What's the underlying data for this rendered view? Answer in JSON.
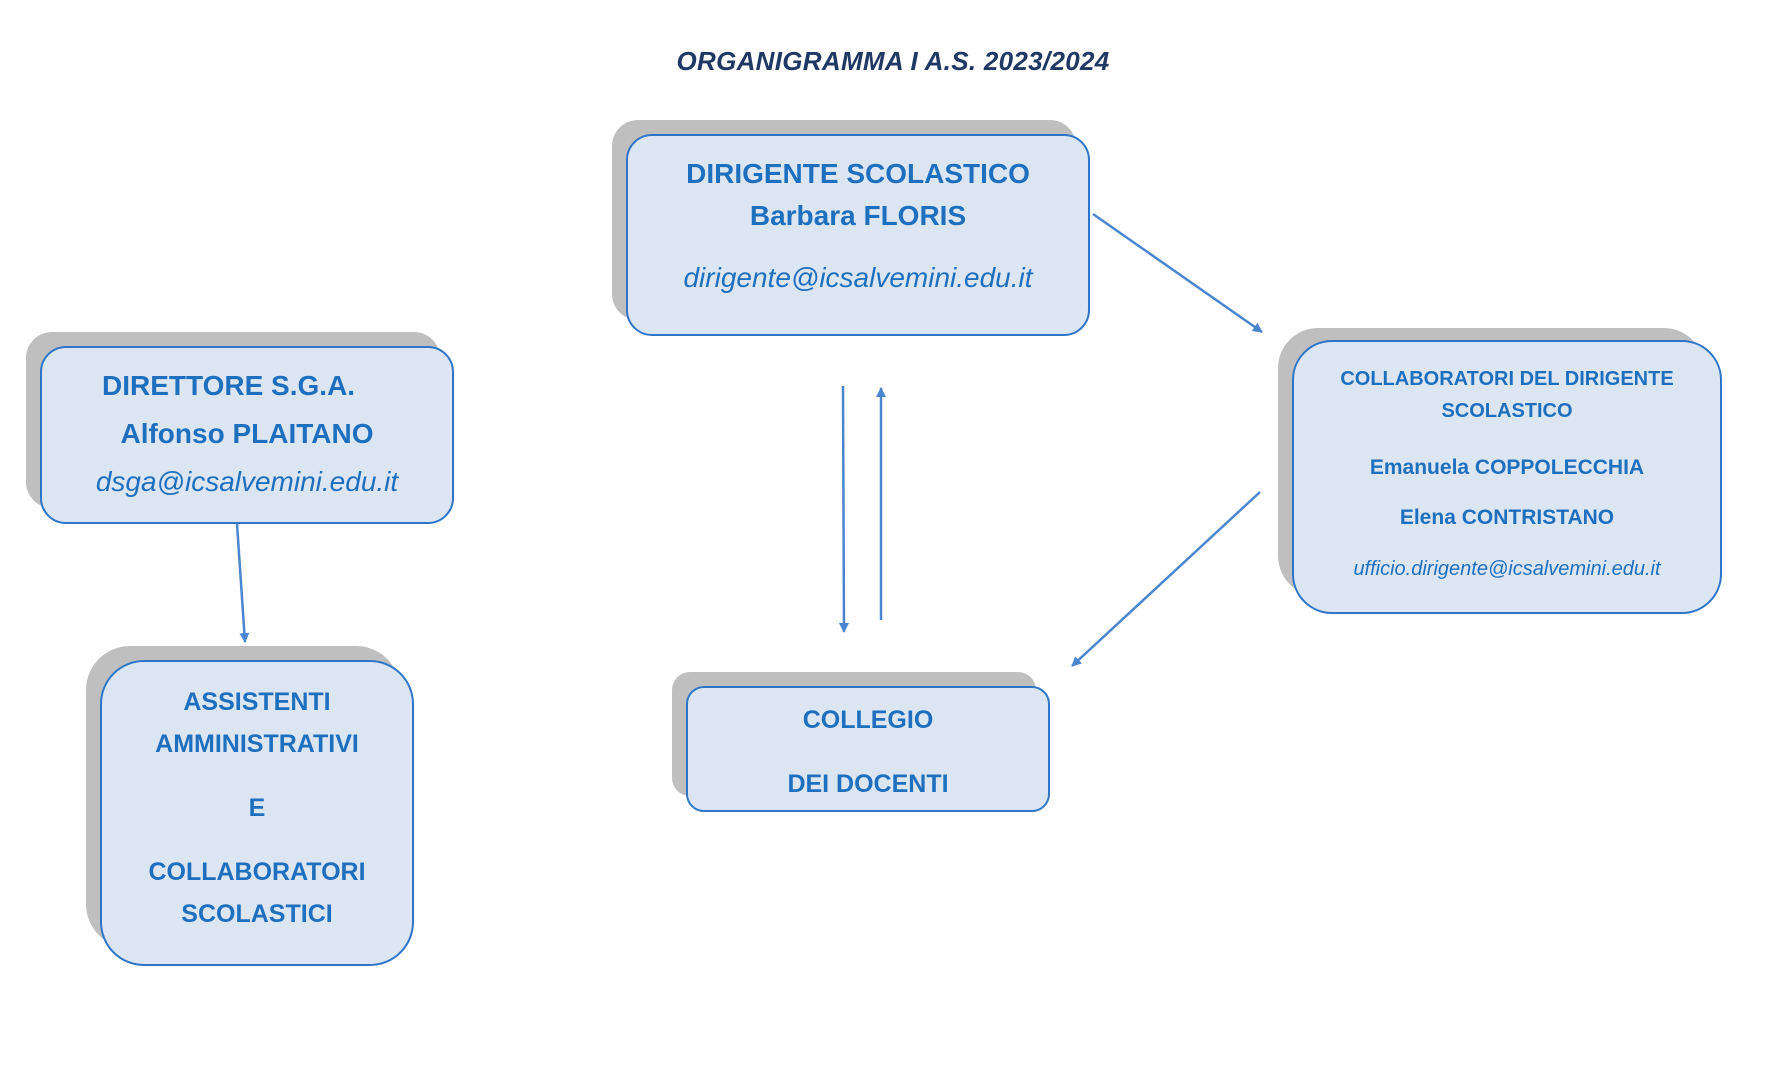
{
  "title": "ORGANIGRAMMA I A.S. 2023/2024",
  "dirigente": {
    "role": "DIRIGENTE SCOLASTICO",
    "name": "Barbara FLORIS",
    "email": "dirigente@icsalvemini.edu.it"
  },
  "dsga": {
    "role": "DIRETTORE S.G.A.",
    "name": "Alfonso PLAITANO",
    "email": "dsga@icsalvemini.edu.it"
  },
  "collaboratori": {
    "role_line1": "COLLABORATORI DEL DIRIGENTE",
    "role_line2": "SCOLASTICO",
    "name1": "Emanuela COPPOLECCHIA",
    "name2": "Elena CONTRISTANO",
    "email": "ufficio.dirigente@icsalvemini.edu.it"
  },
  "assistenti": {
    "line1": "ASSISTENTI",
    "line2": "AMMINISTRATIVI",
    "line3": "E",
    "line4": "COLLABORATORI",
    "line5": "SCOLASTICI"
  },
  "collegio": {
    "line1": "COLLEGIO",
    "line2": "DEI DOCENTI"
  },
  "colors": {
    "box_fill": "#dce6f2",
    "box_border": "#2e75c8",
    "text": "#1f6fbf",
    "title": "#1f3864",
    "shadow": "#bfbfbf",
    "arrow": "#4a86cf"
  }
}
